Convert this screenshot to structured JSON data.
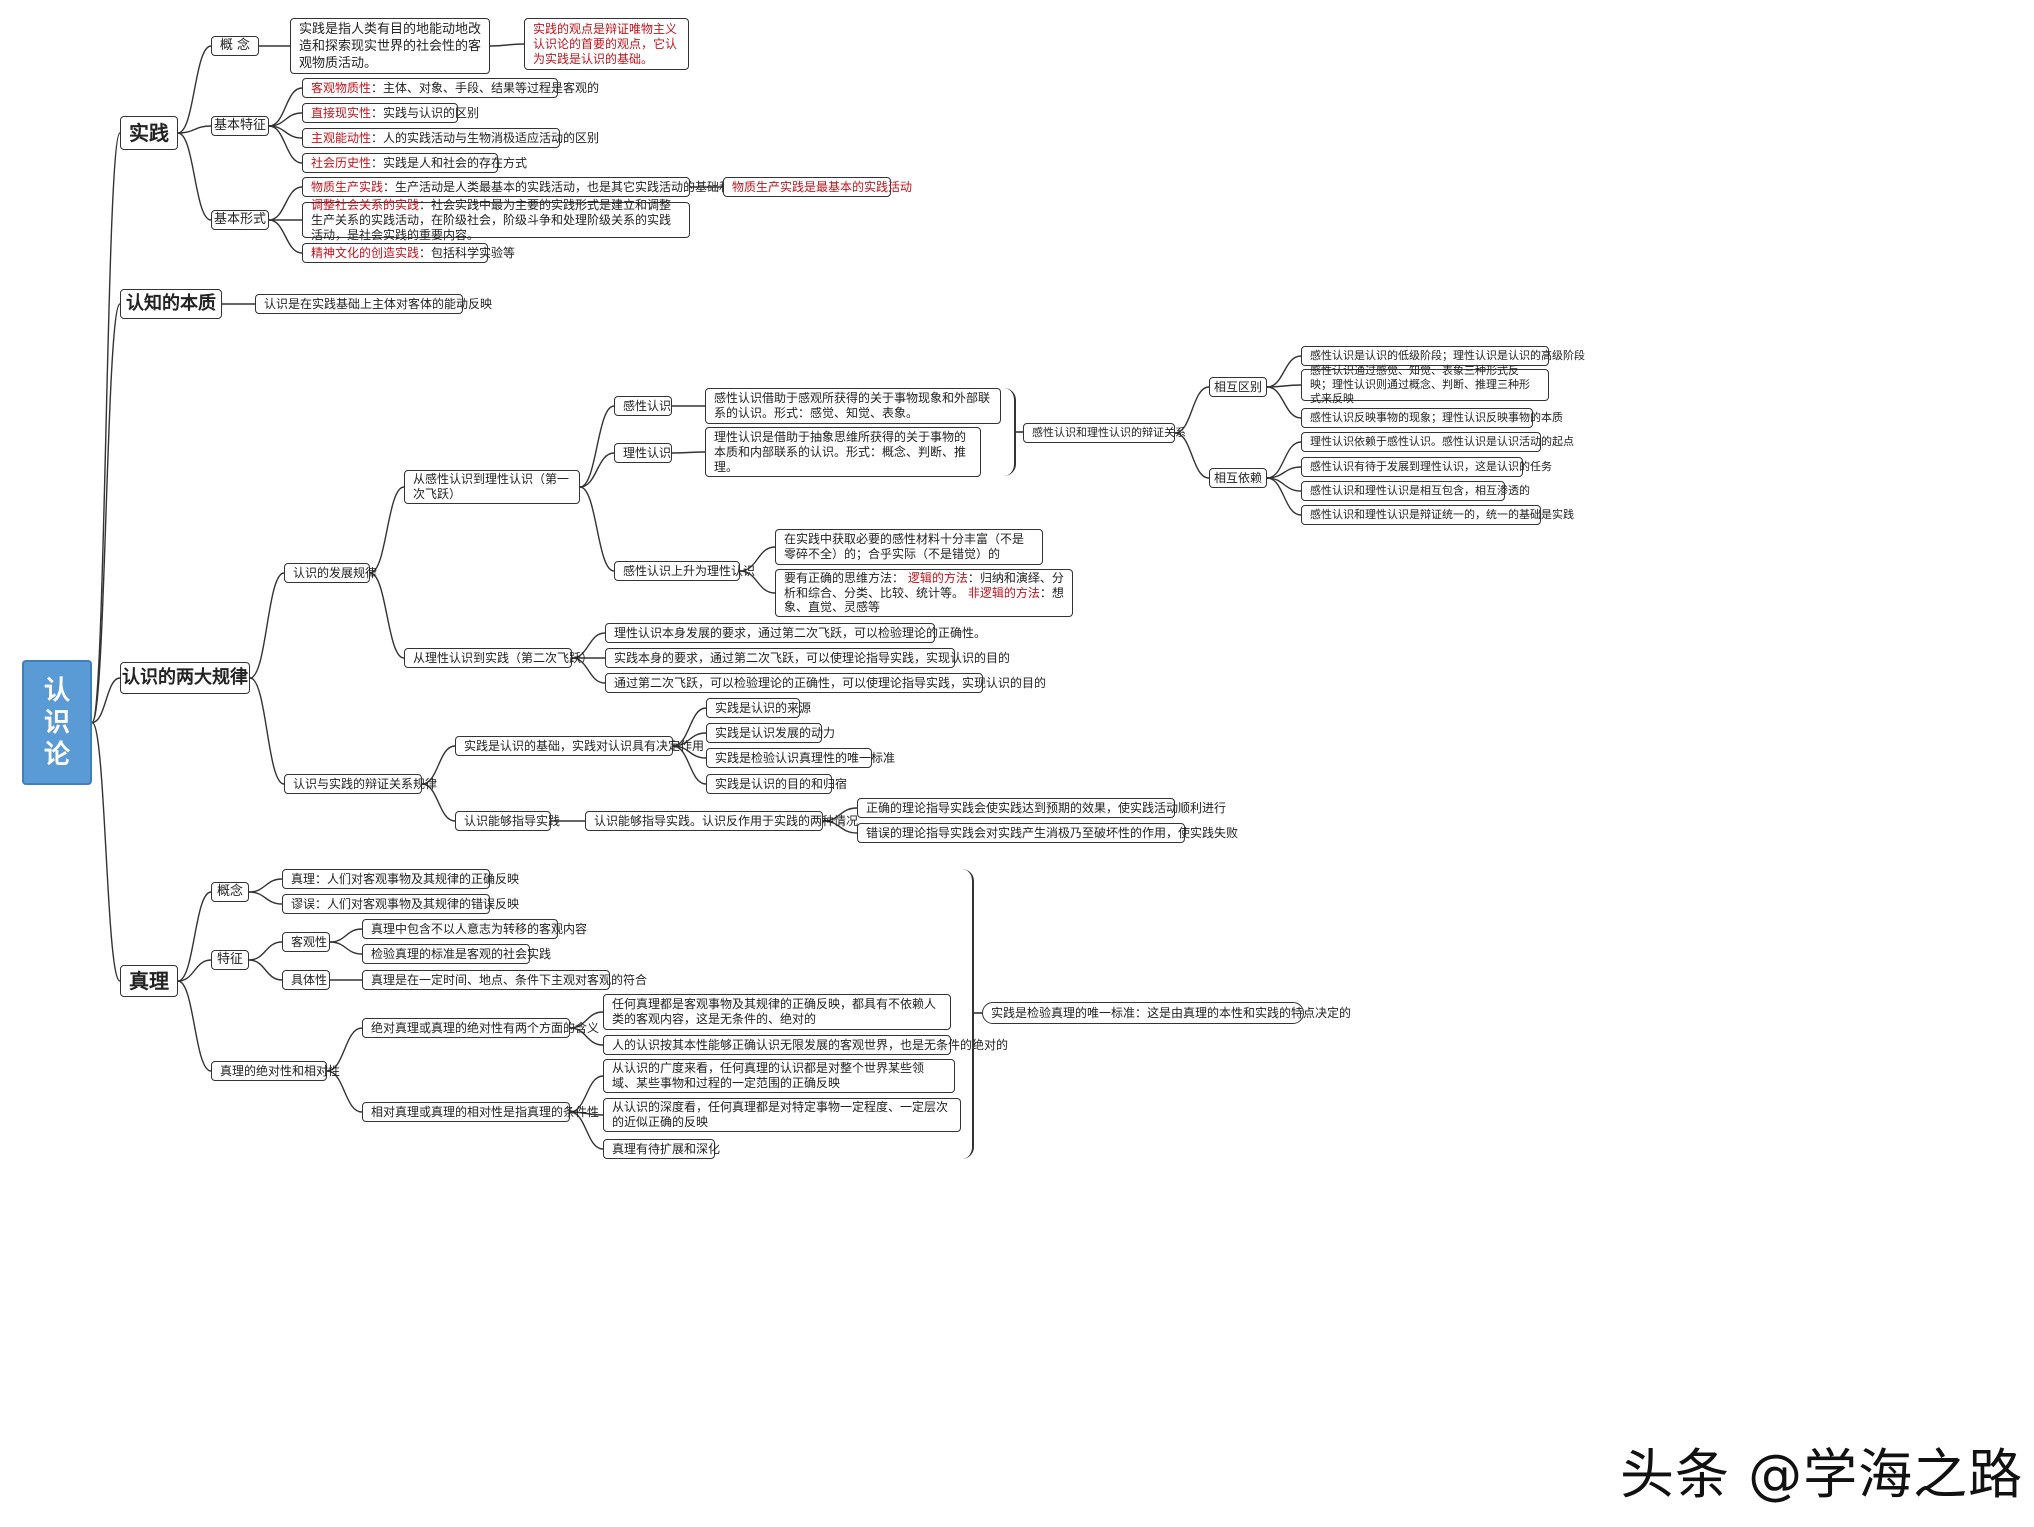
{
  "root": "认识论",
  "b1": {
    "title": "实践",
    "concept": {
      "label": "概  念",
      "def": [
        "实践是指人类有目的地能动地改",
        "造和探索现实世界的社会性的客",
        "观物质活动。"
      ],
      "note": [
        "实践的观点是辩证唯物主义",
        "认识论的首要的观点，它认",
        "为实践是认识的基础。"
      ]
    },
    "features": {
      "label": "基本特征",
      "items": [
        {
          "hl": "客观物质性",
          "text": "：主体、对象、手段、结果等过程是客观的"
        },
        {
          "hl": "直接现实性",
          "text": "：实践与认识的区别"
        },
        {
          "hl": "主观能动性",
          "text": "：人的实践活动与生物消极适应活动的区别"
        },
        {
          "hl": "社会历史性",
          "text": "：实践是人和社会的存在方式"
        }
      ]
    },
    "forms": {
      "label": "基本形式",
      "items": [
        {
          "hl": "物质生产实践",
          "text": "：生产活动是人类最基本的实践活动，也是其它实践活动的基础和前提"
        },
        {
          "hl": "调整社会关系的实践",
          "text": "：社会实践中最为主要的实践形式是建立和调整生产关系的实践活动，在阶级社会，阶级斗争和处理阶级关系的实践活动，是社会实践的重要内容。"
        },
        {
          "hl": "精神文化的创造实践",
          "text": "：包括科学实验等"
        }
      ],
      "note": "物质生产实践是最基本的实践活动"
    }
  },
  "b2": {
    "title": "认知的本质",
    "def": "认识是在实践基础上主体对客体的能动反映"
  },
  "b3": {
    "title": "认识的两大规律",
    "dev": {
      "label": "认识的发展规律",
      "leap1": {
        "label": [
          "从感性认识到理性认识（第一次飞",
          "跃）"
        ],
        "perceptual": {
          "label": "感性认识",
          "def": [
            "感性认识借助于感观所获得的关于事物现象和外部联系的认识。",
            "形式：感觉、知觉、表象。"
          ]
        },
        "rational": {
          "label": "理性认识",
          "def": [
            "理性认识是借助于抽象思维所获得的关于事物的本质和内部",
            "联系的认识。",
            "形式：概念、判断、推理。"
          ]
        },
        "rise": {
          "label": "感性认识上升为理性认识",
          "a": [
            "在实践中获取必要的感性材料",
            "十分丰富（不是零碎不全）的；合乎实际（不是错觉）的"
          ],
          "b": {
            "l1": "要有正确的思维方法：",
            "l2hl": "逻辑的方法",
            "l2": "：归纳和演绎、分析和综合、分类、比较、统计等。",
            "l3hl": "非逻辑的方法",
            "l3": "：想象、直觉、灵感等"
          }
        },
        "dialectic": {
          "label": "感性认识和理性认识的辩证关系",
          "diff": {
            "label": "相互区别",
            "items": [
              "感性认识是认识的低级阶段；理性认识是认识的高级阶段",
              [
                "感性认识通过感觉、知觉、表象三种形式反映；理性认识",
                "则通过概念、判断、推理三种形式来反映"
              ],
              "感性认识反映事物的现象；理性认识反映事物的本质"
            ]
          },
          "dep": {
            "label": "相互依赖",
            "items": [
              "理性认识依赖于感性认识。感性认识是认识活动的起点",
              "感性认识有待于发展到理性认识，这是认识的任务",
              "感性认识和理性认识是相互包含，相互渗透的",
              "感性认识和理性认识是辩证统一的，统一的基础是实践"
            ]
          }
        }
      },
      "leap2": {
        "label": "从理性认识到实践（第二次飞跃）",
        "items": [
          "理性认识本身发展的要求，通过第二次飞跃，可以检验理论的正确性。",
          "实践本身的要求，通过第二次飞跃，可以使理论指导实践，实现认识的目的",
          "通过第二次飞跃，可以检验理论的正确性，可以使理论指导实践，实现认识的目的"
        ]
      }
    },
    "rel": {
      "label": "认识与实践的辩证关系规律",
      "basis": {
        "label": "实践是认识的基础，实践对认识具有决定作用",
        "items": [
          "实践是认识的来源",
          "实践是认识发展的动力",
          "实践是检验认识真理性的唯一标准",
          "实践是认识的目的和归宿"
        ]
      },
      "guide": {
        "label": "认识能够指导实践",
        "mid": "认识能够指导实践。认识反作用于实践的两种情况",
        "items": [
          "正确的理论指导实践会使实践达到预期的效果，使实践活动顺利进行",
          "错误的理论指导实践会对实践产生消极乃至破坏性的作用，使实践失败"
        ]
      }
    }
  },
  "b4": {
    "title": "真理",
    "concept": {
      "label": "概念",
      "items": [
        "真理：人们对客观事物及其规律的正确反映",
        "谬误：人们对客观事物及其规律的错误反映"
      ]
    },
    "feature": {
      "label": "特征",
      "objective": {
        "label": "客观性",
        "items": [
          "真理中包含不以人意志为转移的客观内容",
          "检验真理的标准是客观的社会实践"
        ]
      },
      "concrete": {
        "label": "具体性",
        "items": [
          "真理是在一定时间、地点、条件下主观对客观的符合"
        ]
      }
    },
    "absrel": {
      "label": "真理的绝对性和相对性",
      "abs": {
        "label": "绝对真理或真理的绝对性有两个方面的含义",
        "items": [
          [
            "任何真理都是客观事物及其规律的正确反映，都具有不依赖人类的客观内",
            "容，这是无条件的、绝对的"
          ],
          "人的认识按其本性能够正确认识无限发展的客观世界，也是无条件的绝对的"
        ]
      },
      "rel": {
        "label": "相对真理或真理的相对性是指真理的条件性",
        "items": [
          [
            "从认识的广度来看，任何真理的认识都是对整个世界某些领域、某些事物和",
            "过程的一定范围的正确反映"
          ],
          [
            "从认识的深度看，任何真理都是对特定事物一定程度、一定层次的近似正确的",
            "反映"
          ],
          "真理有待扩展和深化"
        ]
      }
    },
    "summary": "实践是检验真理的唯一标准：这是由真理的本性和实践的特点决定的"
  },
  "watermark": "头条 @学海之路"
}
